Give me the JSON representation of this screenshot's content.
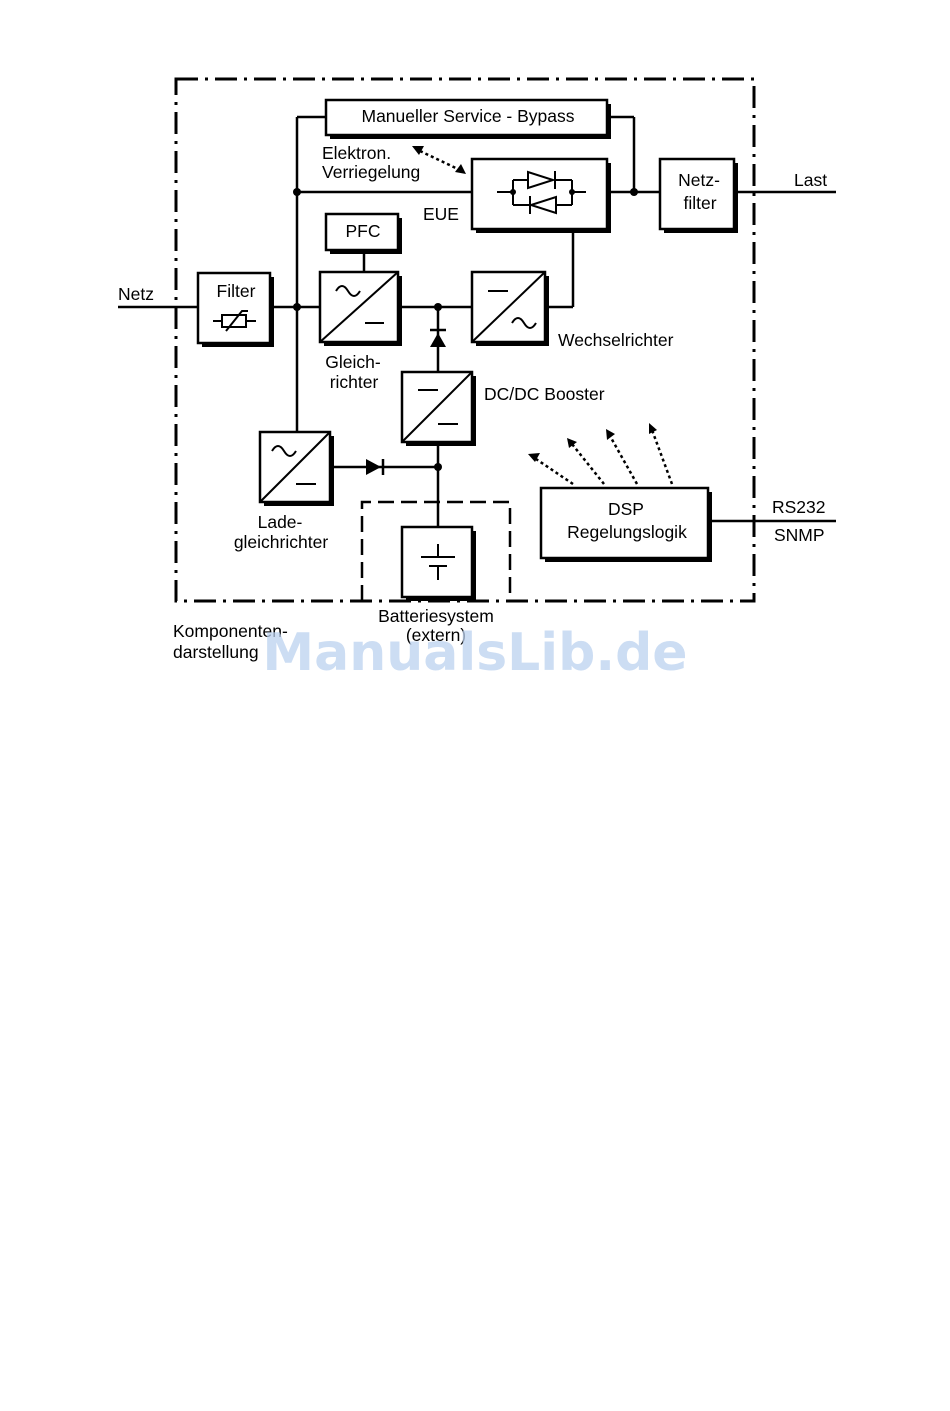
{
  "diagram": {
    "labels": {
      "netz": "Netz",
      "last": "Last",
      "filter": "Filter",
      "bypass": "Manueller Service - Bypass",
      "elektron_1": "Elektron.",
      "elektron_2": "Verriegelung",
      "eue": "EUE",
      "netzfilter_1": "Netz-",
      "netzfilter_2": "filter",
      "pfc": "PFC",
      "gleich_1": "Gleich-",
      "gleich_2": "richter",
      "wechselrichter": "Wechselrichter",
      "dcdc": "DC/DC Booster",
      "lade_1": "Lade-",
      "lade_2": "gleichrichter",
      "dsp_1": "DSP",
      "dsp_2": "Regelungslogik",
      "rs232": "RS232",
      "snmp": "SNMP",
      "batt_1": "Batteriesystem",
      "batt_2": "(extern)",
      "komp_1": "Komponenten-",
      "komp_2": "darstellung"
    },
    "watermark": "ManualsLib.de",
    "colors": {
      "line": "#000000",
      "background": "#ffffff",
      "watermark": "#bcd2ef"
    }
  }
}
